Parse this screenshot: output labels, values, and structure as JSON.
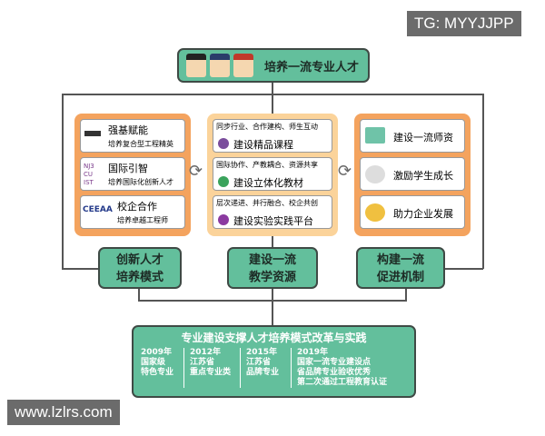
{
  "watermark_top": "TG: MYYJJPP",
  "watermark_bottom": "www.lzlrs.com",
  "top_goal": "培养一流专业人才",
  "left_panel": {
    "label": "创新人才培养模式",
    "label_lines": [
      "创新人才",
      "培养模式"
    ],
    "items": [
      {
        "logo": "",
        "title": "强基赋能",
        "sub": "培养复合型工程精英"
      },
      {
        "logo": "NJ3 CU IST",
        "title": "国际引智",
        "sub": "培养国际化创新人才"
      },
      {
        "logo": "CEEAA",
        "title": "校企合作",
        "sub": "培养卓越工程师"
      }
    ]
  },
  "mid_panel": {
    "label_lines": [
      "建设一流",
      "教学资源"
    ],
    "items": [
      {
        "top": "同步行业、合作建构、师生互动",
        "title": "建设精品课程",
        "color": "#7a4d9c"
      },
      {
        "top": "国际协作、产教耦合、资源共享",
        "title": "建设立体化教材",
        "color": "#3aa35c"
      },
      {
        "top": "层次递进、并行融合、校企共创",
        "title": "建设实验实践平台",
        "color": "#8b3aa0"
      }
    ]
  },
  "right_panel": {
    "label_lines": [
      "构建一流",
      "促进机制"
    ],
    "items": [
      {
        "title": "建设一流师资"
      },
      {
        "title": "激励学生成长"
      },
      {
        "title": "助力企业发展"
      }
    ]
  },
  "bottom": {
    "title": "专业建设支撑人才培养模式改革与实践",
    "stages": [
      {
        "year": "2009年",
        "lines": [
          "国家级",
          "特色专业"
        ]
      },
      {
        "year": "2012年",
        "lines": [
          "江苏省",
          "重点专业类"
        ]
      },
      {
        "year": "2015年",
        "lines": [
          "江苏省",
          "品牌专业"
        ]
      },
      {
        "year": "2019年",
        "lines": [
          "国家一流专业建设点",
          "省品牌专业验收优秀",
          "第二次通过工程教育认证"
        ]
      }
    ]
  }
}
